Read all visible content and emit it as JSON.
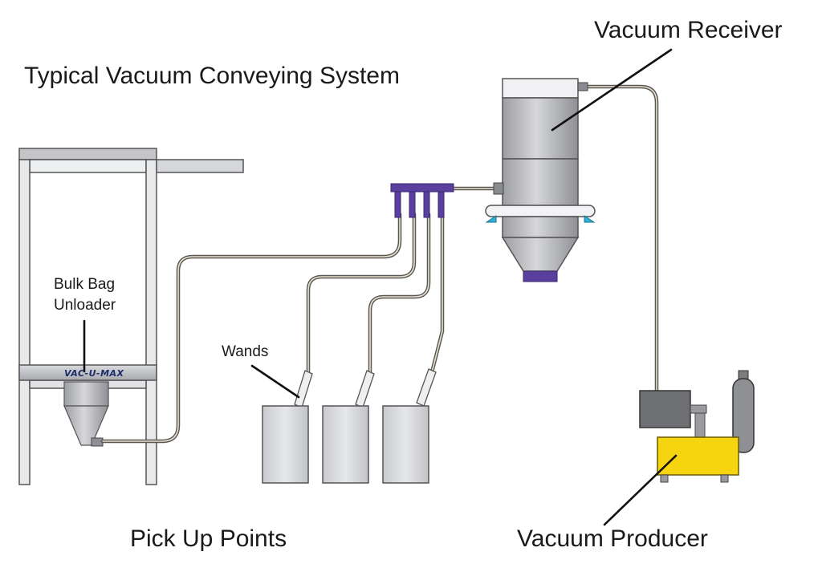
{
  "title": "Typical Vacuum Conveying System",
  "labels": {
    "vacuum_receiver": "Vacuum Receiver",
    "bulk_bag_unloader_line1": "Bulk Bag",
    "bulk_bag_unloader_line2": "Unloader",
    "wands": "Wands",
    "pick_up_points": "Pick Up Points",
    "vacuum_producer": "Vacuum Producer"
  },
  "brand_plate": "VAC-U-MAX",
  "colors": {
    "background": "#ffffff",
    "steel": "#b5b6ba",
    "steel_light": "#d4d5d8",
    "manifold": "#5a3f9e",
    "producer_yellow": "#f6d510",
    "motor_gray": "#6e6f73",
    "hose": "#5a5650"
  }
}
